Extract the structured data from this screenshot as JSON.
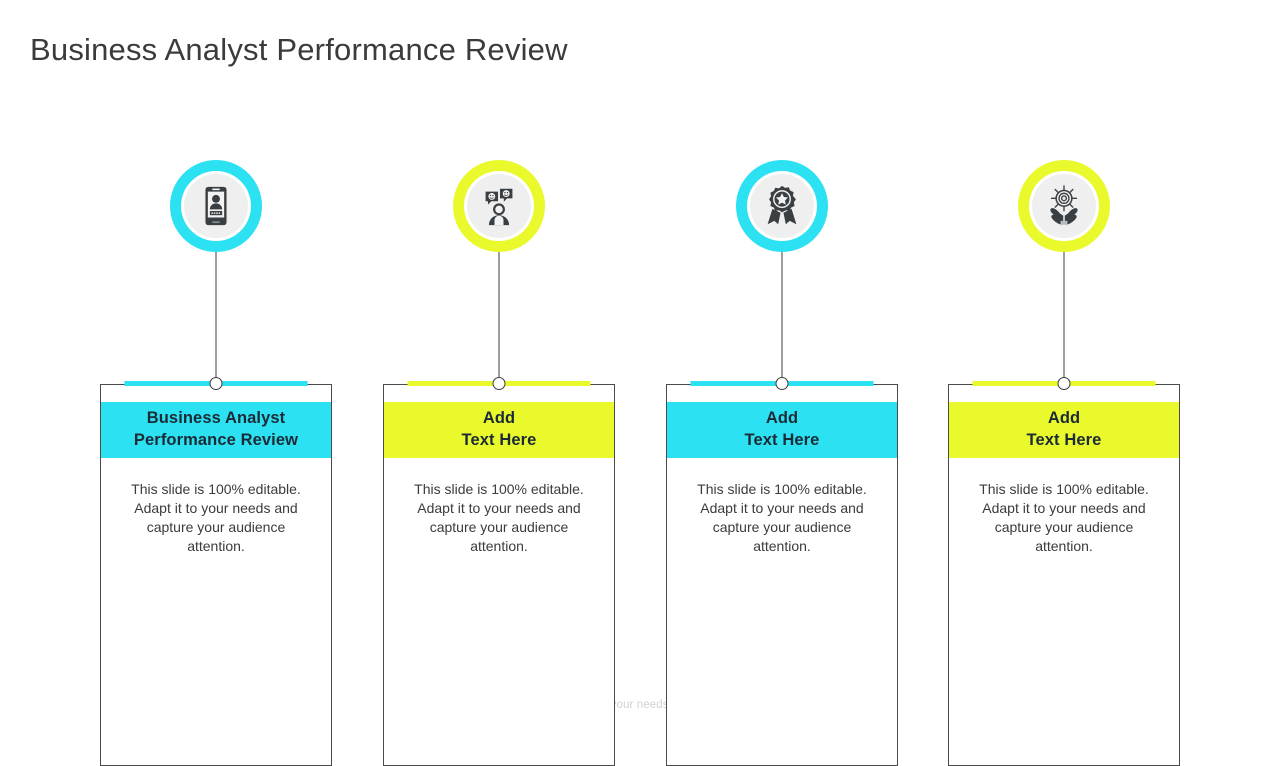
{
  "slide": {
    "title": "Business Analyst Performance Review",
    "footer_note": "This slide is 100% editable. Adapt it to your needs and capture your audience's attention."
  },
  "palette": {
    "cyan": "#2BE1F2",
    "yellow": "#E9F92B",
    "title_text": "#3b3b3b",
    "card_border": "#4a4a4a",
    "head_text": "#1c2a36",
    "body_text": "#3b3b3b",
    "footer_text": "#d2d2d2",
    "icon_disc": "#efefef",
    "icon_glyph": "#3a3f44",
    "connector": "#3d3d3d"
  },
  "columns": [
    {
      "accent": "#2BE1F2",
      "icon_name": "mobile-user-login-icon",
      "heading_lines": [
        "Business Analyst",
        "Performance Review"
      ],
      "body": "This slide is 100% editable. Adapt it to your  needs and capture your audience attention."
    },
    {
      "accent": "#E9F92B",
      "icon_name": "customer-feedback-icon",
      "heading_lines": [
        "Add",
        "Text Here"
      ],
      "body": "This slide is 100% editable. Adapt it to your  needs and capture your audience attention."
    },
    {
      "accent": "#2BE1F2",
      "icon_name": "award-ribbon-icon",
      "heading_lines": [
        "Add",
        "Text Here"
      ],
      "body": "This slide is 100% editable. Adapt it to your  needs and capture your audience attention."
    },
    {
      "accent": "#E9F92B",
      "icon_name": "hands-holding-target-icon",
      "heading_lines": [
        "Add",
        "Text Here"
      ],
      "body": "This slide is 100% editable. Adapt it to your  needs and capture your audience attention."
    }
  ]
}
